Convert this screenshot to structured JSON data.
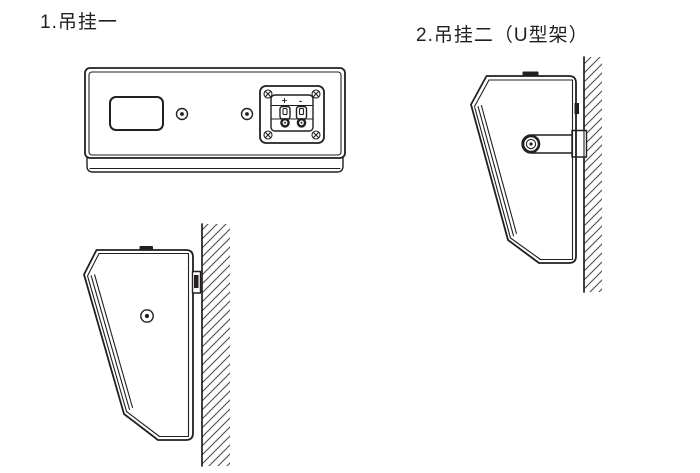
{
  "page": {
    "background": "#ffffff",
    "line_color": "#231f20",
    "hatch_color": "#4d4d4d",
    "description_texts": {
      "section1_title": "1.吊挂一",
      "section2_title": "2.吊挂二（U型架）"
    }
  },
  "sections": {
    "method1": {
      "title": "1.吊挂一"
    },
    "method2": {
      "title": "2.吊挂二（U型架）"
    }
  },
  "rear_panel": {
    "terminal": {
      "plus_label": "+",
      "minus_label": "-"
    }
  },
  "icons": {
    "rear_view": "speaker-rear-panel-drawing",
    "side_view_left": "speaker-wall-hang-side-view-drawing",
    "side_view_right": "speaker-u-bracket-side-view-drawing"
  }
}
